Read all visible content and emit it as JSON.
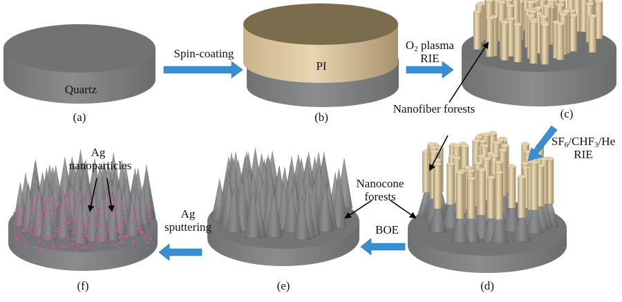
{
  "figure": {
    "panels": [
      {
        "id": "a",
        "caption": "(a)",
        "material_label": "Quartz",
        "structure": "bare quartz substrate"
      },
      {
        "id": "b",
        "caption": "(b)",
        "material_label": "PI",
        "structure": "PI film on quartz"
      },
      {
        "id": "c",
        "caption": "(c)",
        "structure": "PI nanofiber forests on quartz"
      },
      {
        "id": "d",
        "caption": "(d)",
        "structure": "nanofibers on nanocone bases"
      },
      {
        "id": "e",
        "caption": "(e)",
        "structure": "nanocone forests"
      },
      {
        "id": "f",
        "caption": "(f)",
        "structure": "nanocones with Ag nanoparticles"
      }
    ],
    "steps": [
      {
        "from": "a",
        "to": "b",
        "label": "Spin-coating"
      },
      {
        "from": "b",
        "to": "c",
        "label_line1_prefix": "O",
        "label_line1_sub": "2",
        "label_line1_rest": " plasma",
        "label_line2": "RIE"
      },
      {
        "from": "c",
        "to": "d",
        "label_line1": [
          "SF",
          "6",
          "/CHF",
          "3",
          "/He"
        ],
        "label_line2": "RIE"
      },
      {
        "from": "d",
        "to": "e",
        "label": "BOE"
      },
      {
        "from": "e",
        "to": "f",
        "label_line1": "Ag",
        "label_line2": "sputtering"
      }
    ],
    "annotations": {
      "nanofiber": "Nanofiber forests",
      "nanocone_line1": "Nanocone",
      "nanocone_line2": "forests",
      "ag_line1": "Ag",
      "ag_line2": "nanoparticles"
    },
    "colors": {
      "substrate": "#7a7c7e",
      "substrate_top": "#6e7072",
      "pi": "#d8c49e",
      "pi_top": "#7a6a4c",
      "fiber": "#d9c8a2",
      "arrow": "#3a8fd2",
      "particle": "#d2589a"
    }
  }
}
